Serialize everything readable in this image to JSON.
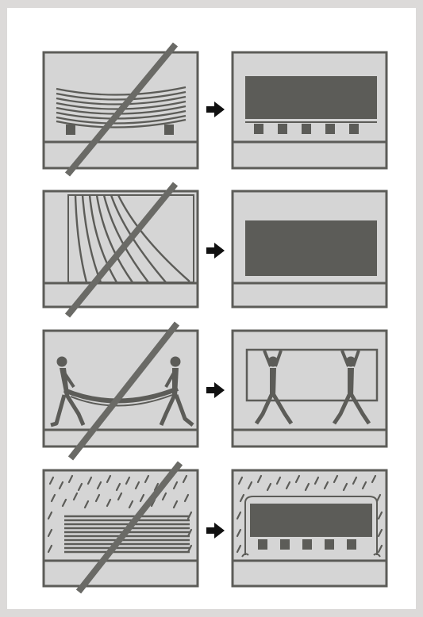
{
  "instructions": [
    {
      "id": "storage",
      "wrong": "sagging-stack-on-two-supports",
      "right": "flat-panel-on-many-supports"
    },
    {
      "id": "leaning",
      "wrong": "bowed-boards-leaning",
      "right": "rigid-flat-panel"
    },
    {
      "id": "carrying",
      "wrong": "flat-carry-bending",
      "right": "upright-edge-carry"
    },
    {
      "id": "weather",
      "wrong": "exposed-stack-in-rain",
      "right": "covered-stack-in-rain"
    }
  ],
  "colors": {
    "frame_outer": "#dcdad9",
    "panel_fill": "#d5d5d5",
    "ink": "#5c5c58",
    "cross_out": "#6a6a66"
  },
  "icons": {
    "cross": "strike-diagonal",
    "arrow": "right-arrow"
  }
}
